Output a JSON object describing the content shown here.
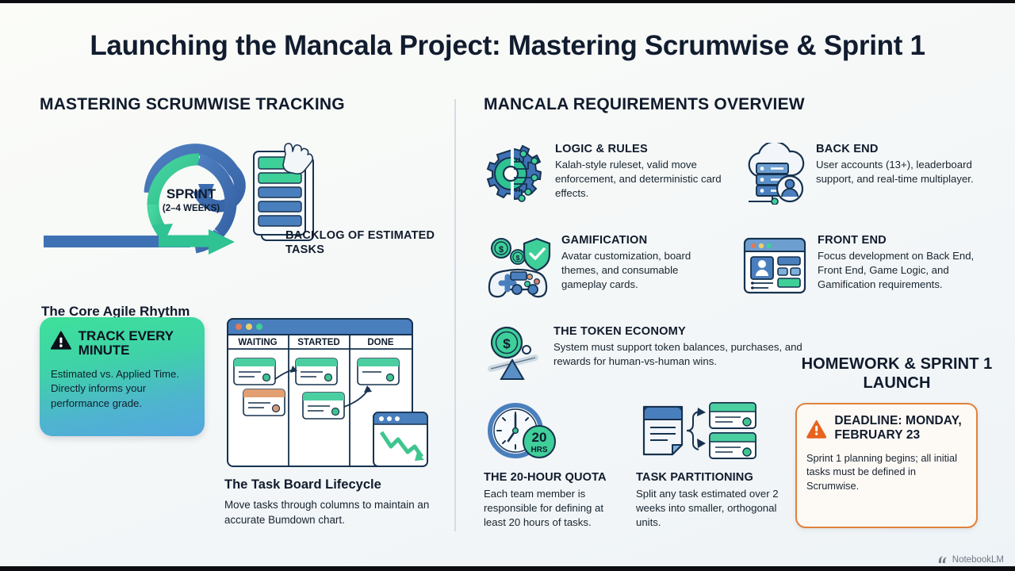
{
  "title": "Launching the Mancala Project: Mastering Scrumwise & Sprint 1",
  "left": {
    "heading": "MASTERING SCRUMWISE TRACKING",
    "sprint": {
      "label": "SPRINT",
      "sub": "(2–4 WEEKS)"
    },
    "backlog_label": "BACKLOG OF ESTIMATED TASKS",
    "rhythm_caption": "The Core Agile Rhythm",
    "track_card": {
      "title": "TRACK EVERY MINUTE",
      "body": "Estimated vs. Applied Time. Directly informs your performance grade.",
      "icon": "warning-triangle-icon"
    },
    "board": {
      "columns": [
        "WAITING",
        "STARTED",
        "DONE"
      ],
      "caption_title": "The Task Board Lifecycle",
      "caption_body": "Move tasks through columns to maintain an accurate Bumdown chart."
    }
  },
  "right": {
    "heading": "MANCALA REQUIREMENTS OVERVIEW",
    "items": [
      {
        "id": "logic-rules",
        "icon": "gear-circuit-icon",
        "title": "LOGIC & RULES",
        "desc": "Kalah-style ruleset, valid move enforcement, and deterministic card effects."
      },
      {
        "id": "back-end",
        "icon": "cloud-server-user-icon",
        "title": "BACK END",
        "desc": "User accounts (13+), leaderboard support, and real-time multiplayer."
      },
      {
        "id": "gamification",
        "icon": "gamepad-coins-shield-icon",
        "title": "GAMIFICATION",
        "desc": "Avatar customization, board themes, and consumable gameplay cards."
      },
      {
        "id": "front-end",
        "icon": "browser-window-icon",
        "title": "FRONT END",
        "desc": "Focus development on Back End, Front End, Game Logic, and Gamification requirements."
      },
      {
        "id": "token-economy",
        "icon": "coin-balance-scale-icon",
        "title": "THE TOKEN ECONOMY",
        "desc": "System must support token balances, purchases, and rewards for human-vs-human wins."
      }
    ],
    "blocks": [
      {
        "id": "quota",
        "icon": "clock-icon",
        "badge_value": "20",
        "badge_unit": "HRS",
        "title": "THE 20-HOUR QUOTA",
        "desc": "Each team member is responsible for defining at least 20 hours of tasks."
      },
      {
        "id": "partitioning",
        "icon": "split-task-cards-icon",
        "title": "TASK PARTITIONING",
        "desc": "Split any task estimated over 2 weeks into smaller, orthogonal units."
      }
    ]
  },
  "homework": {
    "heading": "HOMEWORK & SPRINT 1 LAUNCH",
    "icon": "warning-triangle-icon",
    "deadline": "DEADLINE: MONDAY, FEBRUARY 23",
    "note": "Sprint 1 planning begins; all initial tasks must be defined in Scrumwise."
  },
  "watermark": {
    "label": "NotebookLM",
    "icon": "notebooklm-logo-icon"
  },
  "colors": {
    "accent_blue": "#3f72b4",
    "accent_green": "#3fc98e",
    "accent_orange": "#e0813c",
    "text_dark": "#101b2c",
    "divider": "#d4dde4"
  }
}
